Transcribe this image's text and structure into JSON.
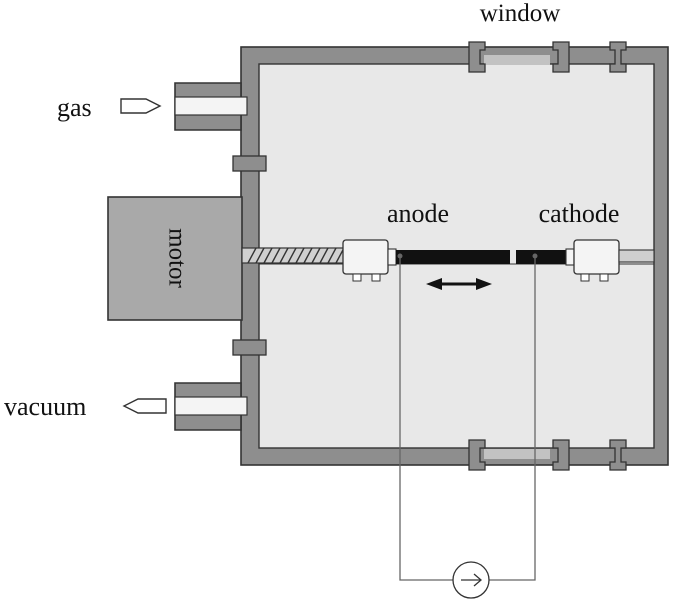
{
  "labels": {
    "window": "window",
    "gas": "gas",
    "motor": "motor",
    "anode": "anode",
    "cathode": "cathode",
    "vacuum": "vacuum"
  },
  "colors": {
    "wall": "#8e8e8e",
    "chamber": "#e8e8e8",
    "motor": "#a9a9a9",
    "port": "#f4f4f4",
    "window_pane": "#c2c2c2",
    "electrode": "#111111",
    "wire": "#666666",
    "outline": "#333333"
  }
}
